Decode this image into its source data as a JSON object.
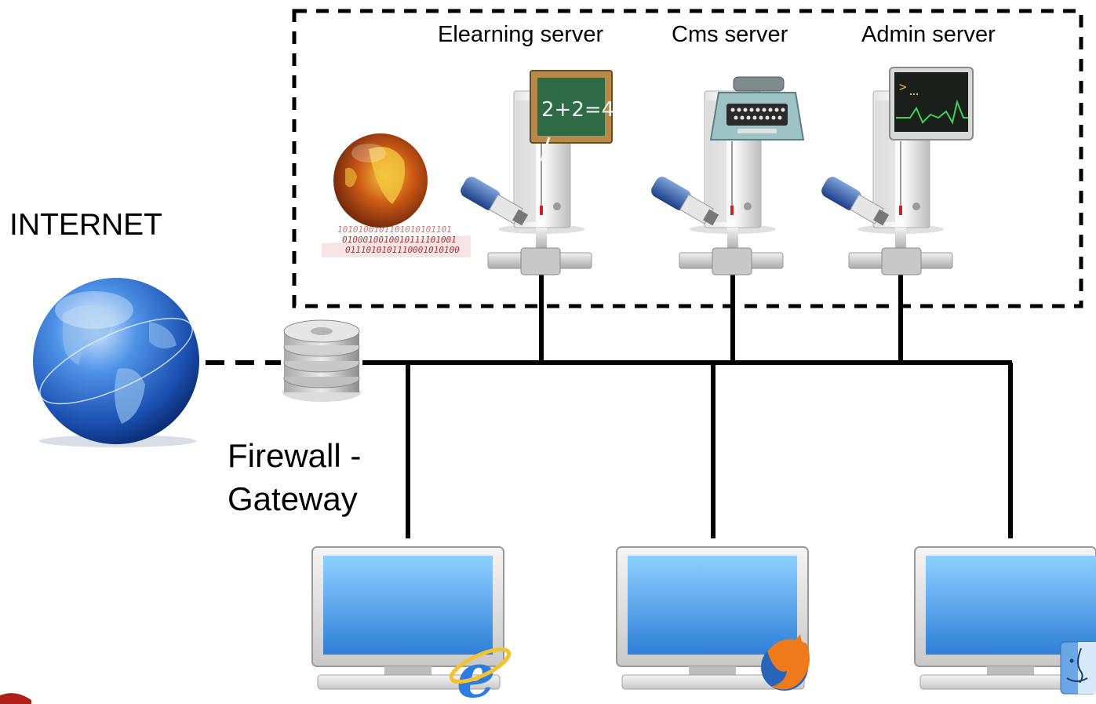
{
  "diagram": {
    "internet_label": "INTERNET",
    "firewall_label_line1": "Firewall -",
    "firewall_label_line2": "Gateway",
    "servers": [
      {
        "label": "Elearning server",
        "icon": "chalkboard-icon"
      },
      {
        "label": "Cms server",
        "icon": "typewriter-icon"
      },
      {
        "label": "Admin server",
        "icon": "terminal-monitor-icon"
      }
    ],
    "clients": [
      {
        "icon": "internet-explorer-icon"
      },
      {
        "icon": "firefox-icon"
      },
      {
        "icon": "mac-finder-icon"
      }
    ]
  },
  "colors": {
    "line": "#000000",
    "globe_blue": "#1f5fc4",
    "screen_blue": "#3f95e6",
    "chalkboard_green": "#2f6a46"
  }
}
